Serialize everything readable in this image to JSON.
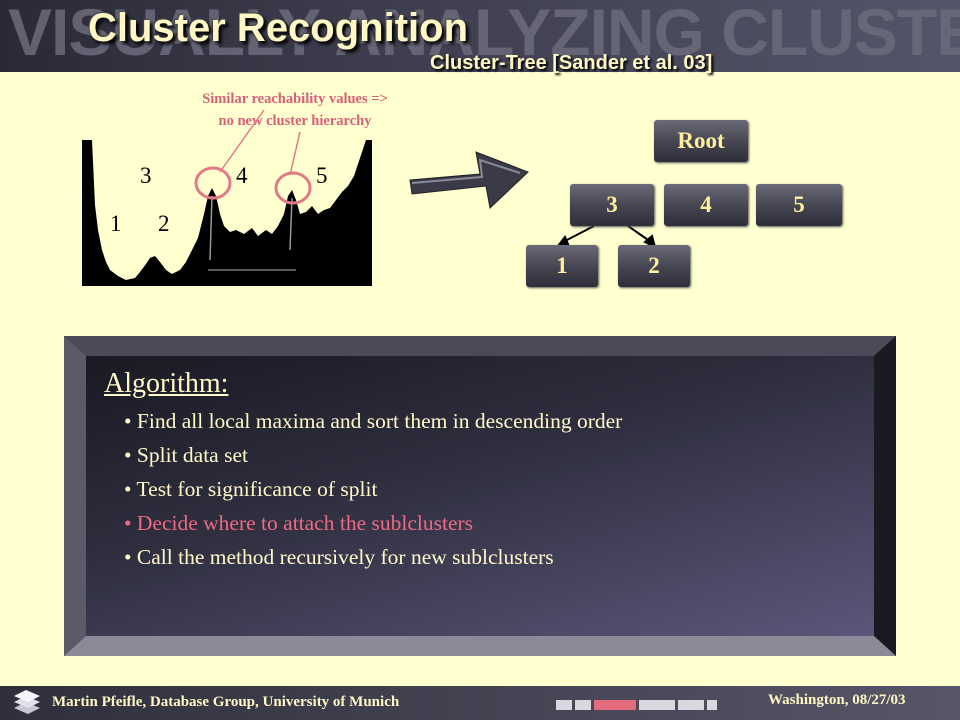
{
  "header": {
    "background_text": "VISUALLY ANALYZING CLUSTER HIERARCHIES",
    "title": "Cluster Recognition",
    "subtitle": "Cluster-Tree [Sander et al. 03]"
  },
  "annotation": {
    "line1": "Similar reachability values =>",
    "line2": "no new cluster hierarchy"
  },
  "plot_labels": {
    "l1": "1",
    "l2": "2",
    "l3": "3",
    "l4": "4",
    "l5": "5"
  },
  "tree": {
    "root": "Root",
    "level1": [
      "3",
      "4",
      "5"
    ],
    "level2": [
      "1",
      "2"
    ]
  },
  "algorithm": {
    "title": "Algorithm:",
    "steps": [
      "Find all local maxima and sort them in descending order",
      "Split data set",
      "Test for significance of split",
      "Decide where to attach the sublclusters",
      "Call the method recursively for  new sublclusters"
    ],
    "highlight_index": 3
  },
  "footer": {
    "left": "Martin Pfeifle, Database Group, University of Munich",
    "right": "Washington, 08/27/03"
  },
  "colors": {
    "background": "#ffffd0",
    "title": "#fff7c4",
    "highlight": "#ef6a82",
    "annotation": "#d8607a",
    "node_text": "#ffef9a"
  }
}
